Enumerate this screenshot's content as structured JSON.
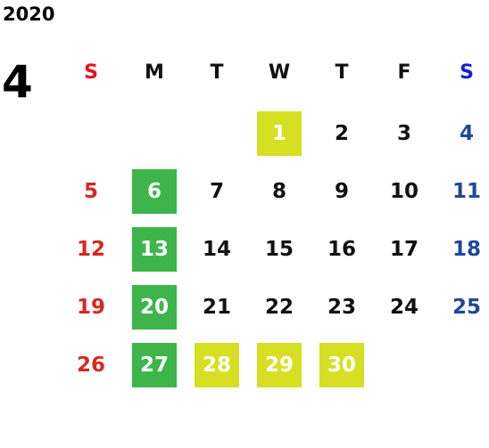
{
  "calendar": {
    "year": "2020",
    "month": "4",
    "weekdays": [
      "S",
      "M",
      "T",
      "W",
      "T",
      "F",
      "S"
    ],
    "colors": {
      "sunday_header": "#e0141e",
      "saturday_header": "#1222d9",
      "sunday": "#d42a22",
      "saturday": "#214898",
      "highlight_green": "#3db54a",
      "highlight_lime": "#d6df22"
    },
    "weeks": [
      [
        {
          "day": ""
        },
        {
          "day": ""
        },
        {
          "day": ""
        },
        {
          "day": "1",
          "highlight": "lime"
        },
        {
          "day": "2"
        },
        {
          "day": "3"
        },
        {
          "day": "4"
        }
      ],
      [
        {
          "day": "5"
        },
        {
          "day": "6",
          "highlight": "green"
        },
        {
          "day": "7"
        },
        {
          "day": "8"
        },
        {
          "day": "9"
        },
        {
          "day": "10"
        },
        {
          "day": "11"
        }
      ],
      [
        {
          "day": "12"
        },
        {
          "day": "13",
          "highlight": "green"
        },
        {
          "day": "14"
        },
        {
          "day": "15"
        },
        {
          "day": "16"
        },
        {
          "day": "17"
        },
        {
          "day": "18"
        }
      ],
      [
        {
          "day": "19"
        },
        {
          "day": "20",
          "highlight": "green"
        },
        {
          "day": "21"
        },
        {
          "day": "22"
        },
        {
          "day": "23"
        },
        {
          "day": "24"
        },
        {
          "day": "25"
        }
      ],
      [
        {
          "day": "26"
        },
        {
          "day": "27",
          "highlight": "green"
        },
        {
          "day": "28",
          "highlight": "lime"
        },
        {
          "day": "29",
          "highlight": "lime"
        },
        {
          "day": "30",
          "highlight": "lime"
        },
        {
          "day": ""
        },
        {
          "day": ""
        }
      ]
    ]
  }
}
